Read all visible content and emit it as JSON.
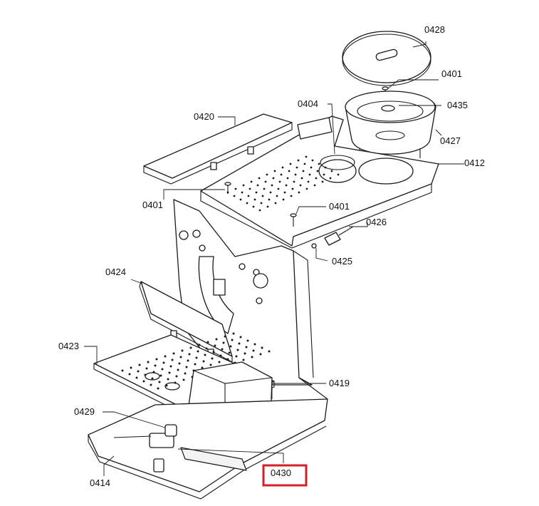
{
  "colors": {
    "highlight": "#d42027",
    "line": "#1a1a1a"
  },
  "labels": {
    "p0428": "0428",
    "p0401a": "0401",
    "p0435": "0435",
    "p0427": "0427",
    "p0404": "0404",
    "p0412": "0412",
    "p0420": "0420",
    "p0401b": "0401",
    "p0401c": "0401",
    "p0426": "0426",
    "p0425": "0425",
    "p0424": "0424",
    "p0423": "0423",
    "p0419": "0419",
    "p0429": "0429",
    "p0414": "0414",
    "p0430": "0430"
  },
  "highlighted_part": "0430"
}
